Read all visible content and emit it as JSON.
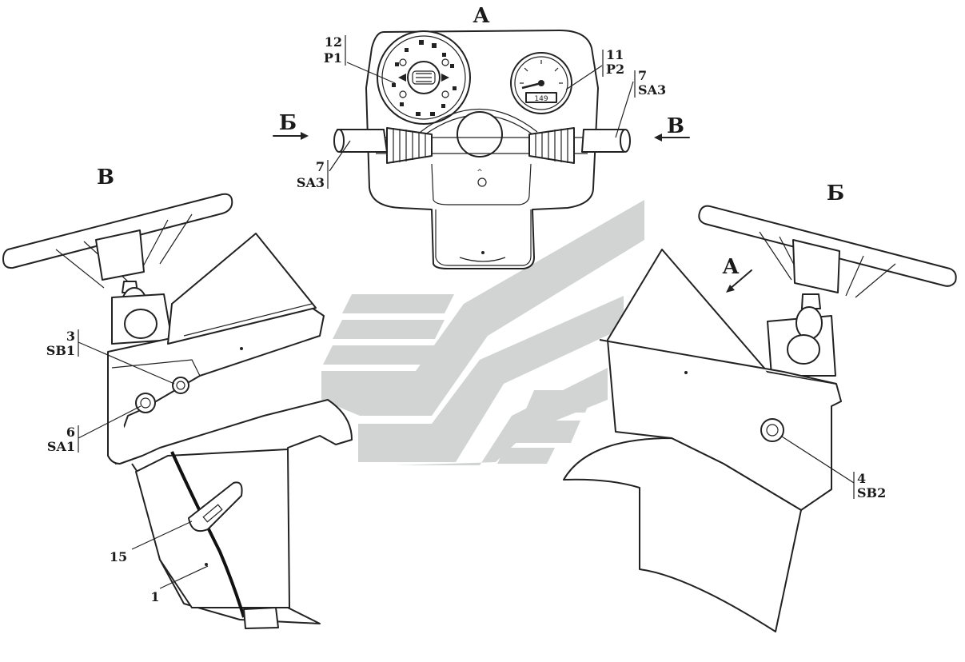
{
  "views": {
    "a": "А",
    "b_left": "В",
    "b_right": "Б",
    "arrow_left": "Б",
    "arrow_right": "В",
    "arrow_a": "А"
  },
  "callouts": [
    {
      "num": "12",
      "code": "P1"
    },
    {
      "num": "11",
      "code": "P2"
    },
    {
      "num": "7",
      "code": "SA3"
    },
    {
      "num": "7",
      "code": "SA3"
    },
    {
      "num": "3",
      "code": "SB1"
    },
    {
      "num": "6",
      "code": "SA1"
    },
    {
      "num": "4",
      "code": "SB2"
    }
  ],
  "parts": {
    "p15": "15",
    "p1": "1"
  },
  "tacho_readout": "149",
  "colors": {
    "line": "#222222",
    "watermark": "#c9cdcb"
  }
}
